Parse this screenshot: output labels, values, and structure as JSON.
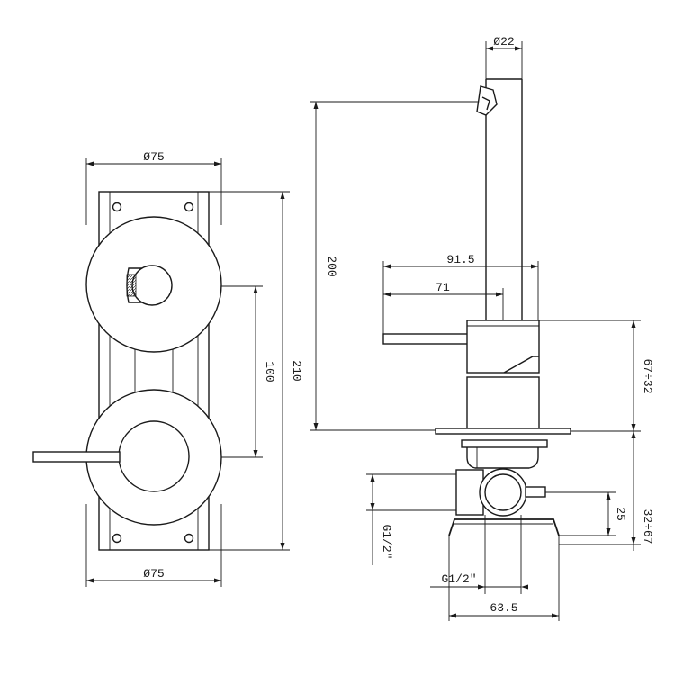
{
  "front_view": {
    "dim_top_diameter": "Ø75",
    "dim_bottom_diameter": "Ø75",
    "dim_center_distance": "100",
    "dim_total_height": "210"
  },
  "side_view": {
    "dim_spout_diameter": "Ø22",
    "dim_spout_height": "200",
    "dim_spout_reach": "91.5",
    "dim_lever_reach": "71",
    "dim_body_range": "67÷32",
    "dim_inlet_height": "25",
    "dim_box_depth": "32÷67",
    "dim_inlet_thread_side": "G1/2\"",
    "dim_inlet_thread_bottom": "G1/2\"",
    "dim_box_width": "63.5"
  },
  "colors": {
    "line": "#1a1a1a",
    "background": "#ffffff"
  }
}
